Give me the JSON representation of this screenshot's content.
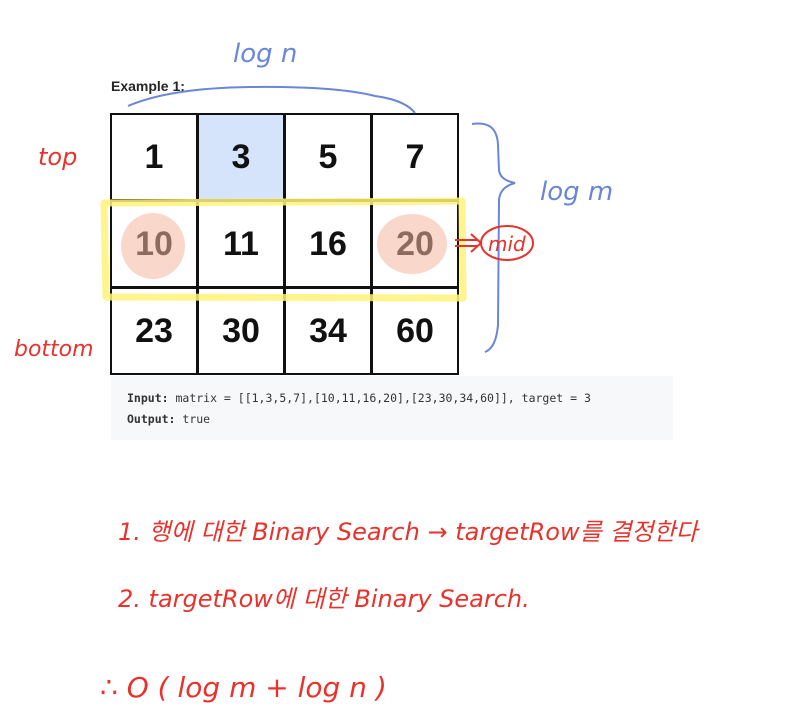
{
  "example": {
    "title": "Example 1:"
  },
  "matrix": {
    "rows": [
      [
        "1",
        "3",
        "5",
        "7"
      ],
      [
        "10",
        "11",
        "16",
        "20"
      ],
      [
        "23",
        "30",
        "34",
        "60"
      ]
    ],
    "highlight_color": "#d6e4fb"
  },
  "code": {
    "input_label": "Input:",
    "input_value": " matrix = [[1,3,5,7],[10,11,16,20],[23,30,34,60]], target = 3",
    "output_label": "Output:",
    "output_value": " true"
  },
  "annotations": {
    "top_brace_label": "log n",
    "side_brace_label": "log m",
    "top_label": "top",
    "bottom_label": "bottom",
    "mid_label": "mid",
    "step1": "1. 행에 대한 Binary Search → targetRow를 결정한다",
    "step2": "2. targetRow에 대한 Binary Search.",
    "complexity": "∴ O ( log m + log n )",
    "ink_color": "#e8322c",
    "brace_color": "#6a86d8",
    "row_highlight_color": "#fff27a",
    "cell_mark_color": "#f6b6a0"
  }
}
